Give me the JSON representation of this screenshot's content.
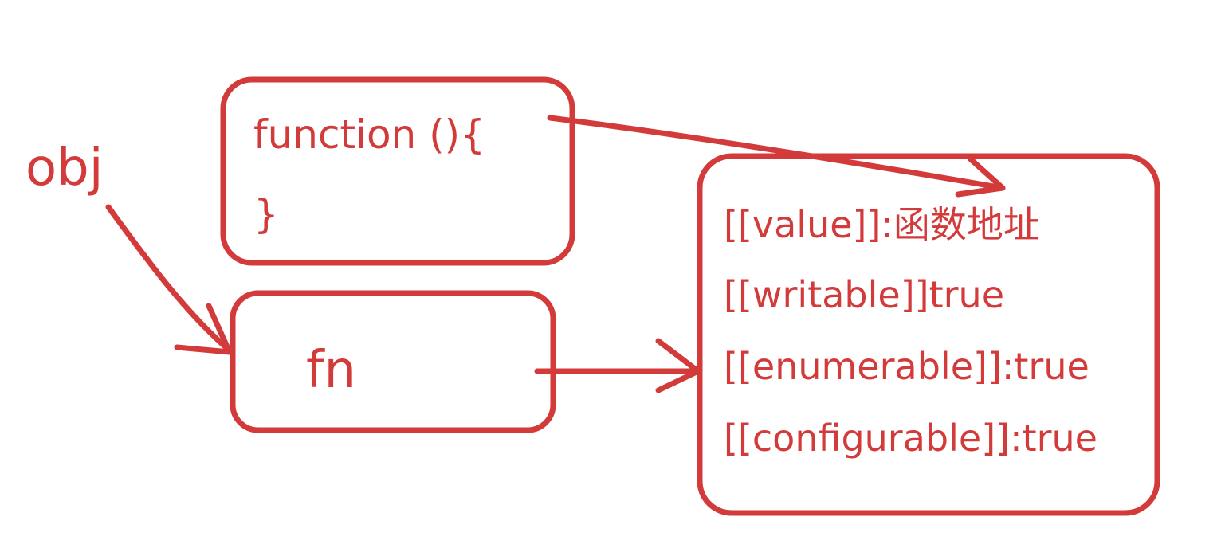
{
  "labels": {
    "obj": "obj",
    "function_line1": "function (){",
    "function_line2": "}",
    "fn": "fn"
  },
  "descriptor": {
    "lines": [
      "[[value]]:函数地址",
      "[[writable]]true",
      "[[enumerable]]:true",
      "[[configurable]]:true"
    ]
  },
  "colors": {
    "ink": "#d33b3b",
    "background": "#ffffff"
  }
}
